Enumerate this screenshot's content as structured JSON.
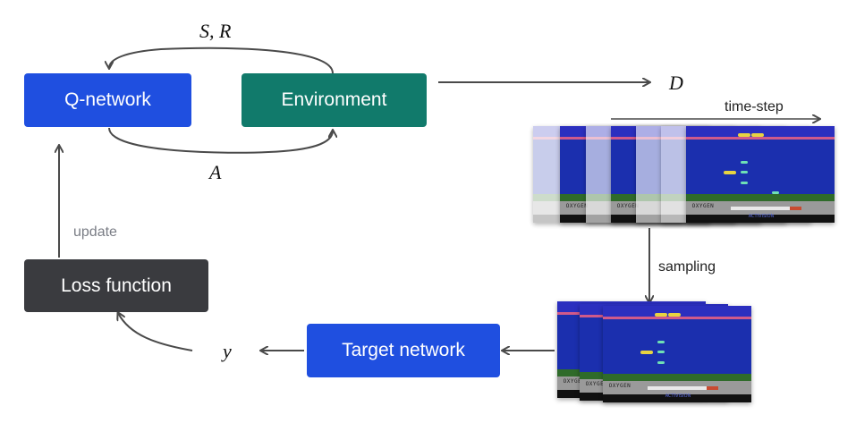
{
  "nodes": {
    "q_network": {
      "label": "Q-network",
      "color": "#1f4fe0"
    },
    "environment": {
      "label": "Environment",
      "color": "#117a6b"
    },
    "loss_function": {
      "label": "Loss function",
      "color": "#3a3b3f"
    },
    "target_network": {
      "label": "Target network",
      "color": "#1f4fe0"
    }
  },
  "labels": {
    "state_reward": "S, R",
    "action": "A",
    "replay_memory": "D",
    "target": "y",
    "update": "update",
    "sampling": "sampling",
    "time_step": "time-step"
  },
  "frames": {
    "oxygen_text": "OXYGEN",
    "logo_text": "ACTIVISION"
  },
  "colors": {
    "arrow": "#4a4a4a",
    "update_text": "#7a7d85"
  }
}
